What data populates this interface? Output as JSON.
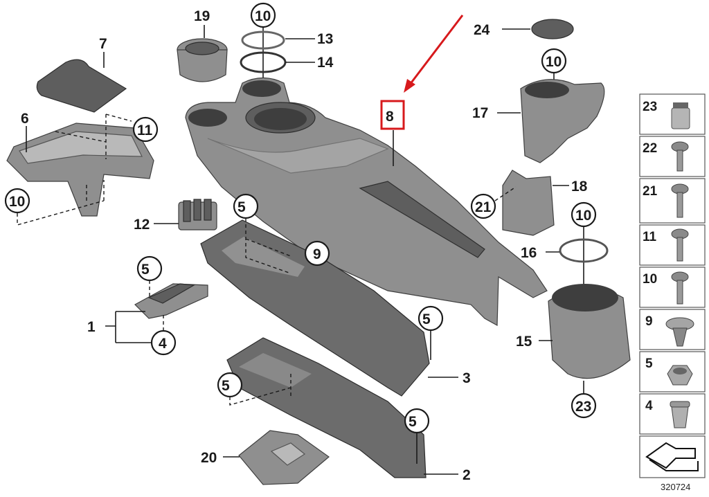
{
  "diagram": {
    "document_number": "320724",
    "highlighted_part": "8",
    "highlight_color": "#d7191c",
    "labels": {
      "p1": "1",
      "p2": "2",
      "p3": "3",
      "p4": "4",
      "p6": "6",
      "p7": "7",
      "p8": "8",
      "p9": "9",
      "p12": "12",
      "p13": "13",
      "p14": "14",
      "p15": "15",
      "p16": "16",
      "p17": "17",
      "p18": "18",
      "p19": "19",
      "p20": "20",
      "p24": "24",
      "c10a": "10",
      "c10b": "10",
      "c10c": "10",
      "c10d": "10",
      "c11": "11",
      "c5a": "5",
      "c5b": "5",
      "c5c": "5",
      "c5d": "5",
      "c5e": "5",
      "c9": "9",
      "c4": "4",
      "c21": "21",
      "c23": "23"
    },
    "fastener_panel": [
      {
        "number": "23",
        "icon": "clip-nut-icon"
      },
      {
        "number": "22",
        "icon": "screw-icon"
      },
      {
        "number": "21",
        "icon": "screw-icon"
      },
      {
        "number": "11",
        "icon": "screw-icon"
      },
      {
        "number": "10",
        "icon": "screw-icon"
      },
      {
        "number": "9",
        "icon": "expanding-rivet-icon"
      },
      {
        "number": "5",
        "icon": "hex-nut-icon"
      },
      {
        "number": "4",
        "icon": "clip-icon"
      }
    ],
    "colors": {
      "part_fill": "#8f8f8f",
      "part_dark": "#5e5e5e",
      "frame": "#6c6c6c"
    }
  }
}
